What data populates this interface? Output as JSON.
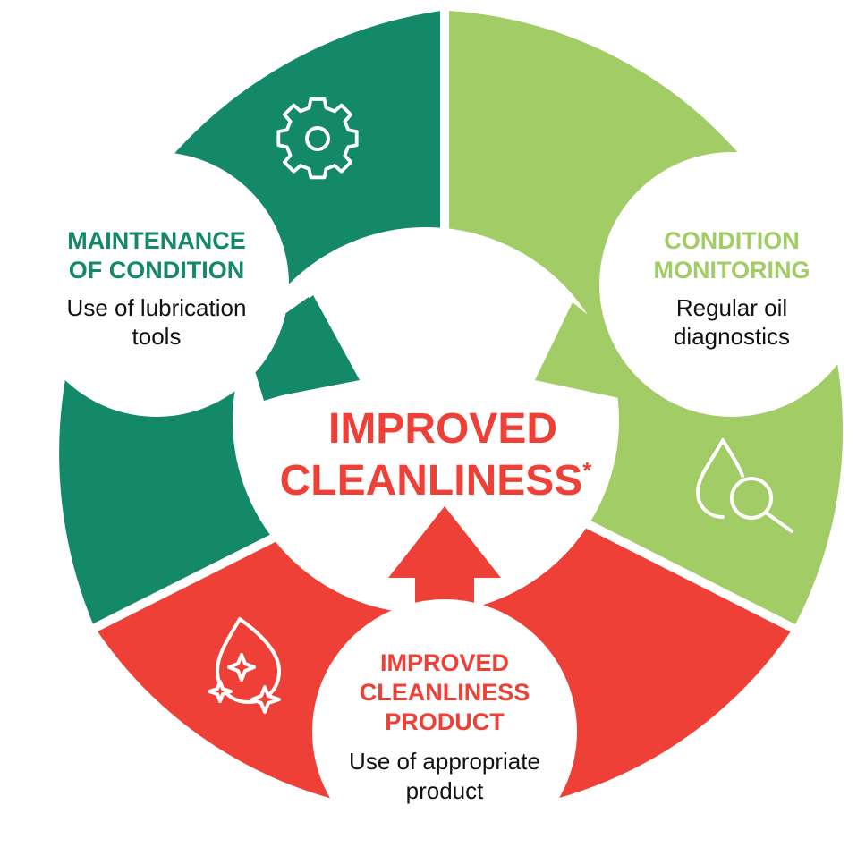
{
  "center": {
    "line1": "IMPROVED",
    "line2": "CLEANLINESS",
    "asterisk": "*"
  },
  "segments": {
    "maintenance": {
      "title_line1": "MAINTENANCE",
      "title_line2": "OF CONDITION",
      "desc_line1": "Use of lubrication",
      "desc_line2": "tools",
      "color": "#13896a",
      "icon": "gear-icon"
    },
    "monitoring": {
      "title_line1": "CONDITION",
      "title_line2": "MONITORING",
      "desc_line1": "Regular oil",
      "desc_line2": "diagnostics",
      "color": "#a1cc66",
      "icon": "oil-drop-magnifier-icon"
    },
    "product": {
      "title_line1": "IMPROVED",
      "title_line2": "CLEANLINESS",
      "title_line3": "PRODUCT",
      "desc_line1": "Use of appropriate",
      "desc_line2": "product",
      "color": "#ee4036",
      "icon": "sparkling-drop-icon"
    }
  }
}
